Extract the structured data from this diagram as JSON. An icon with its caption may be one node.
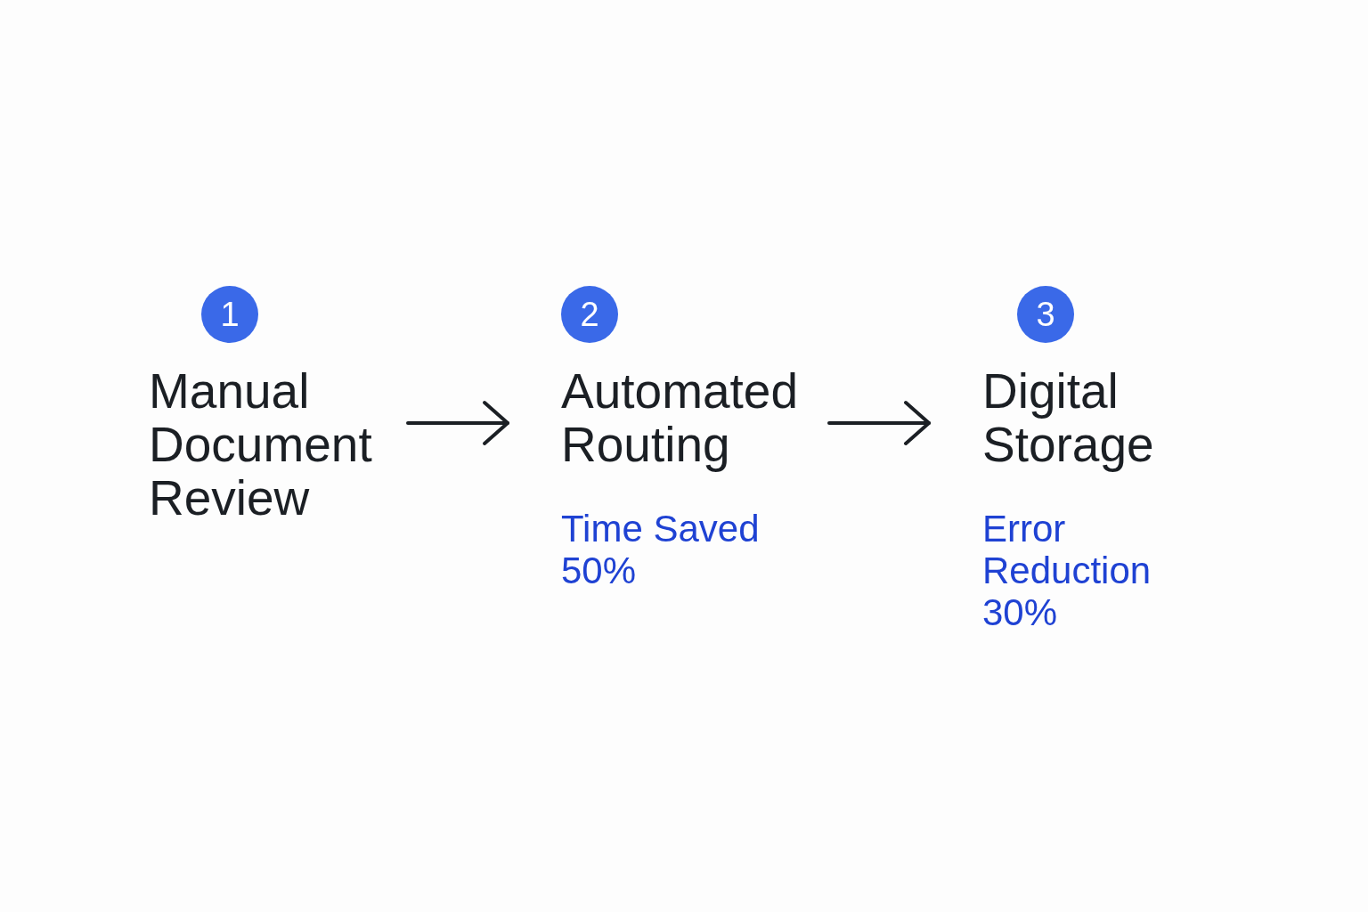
{
  "diagram": {
    "nodes": [
      {
        "text": [
          "1",
          "Manual Document Review"
        ]
      },
      {
        "text": [
          "2",
          "Automated Routing",
          "Time Saved 50%"
        ]
      },
      {
        "text": [
          "3",
          "Digital Storage",
          "Error Reduction 30%"
        ]
      }
    ],
    "edges": [
      {
        "from": 0,
        "to": 1,
        "arrow": "to"
      },
      {
        "from": 1,
        "to": 2,
        "arrow": "to"
      }
    ]
  }
}
